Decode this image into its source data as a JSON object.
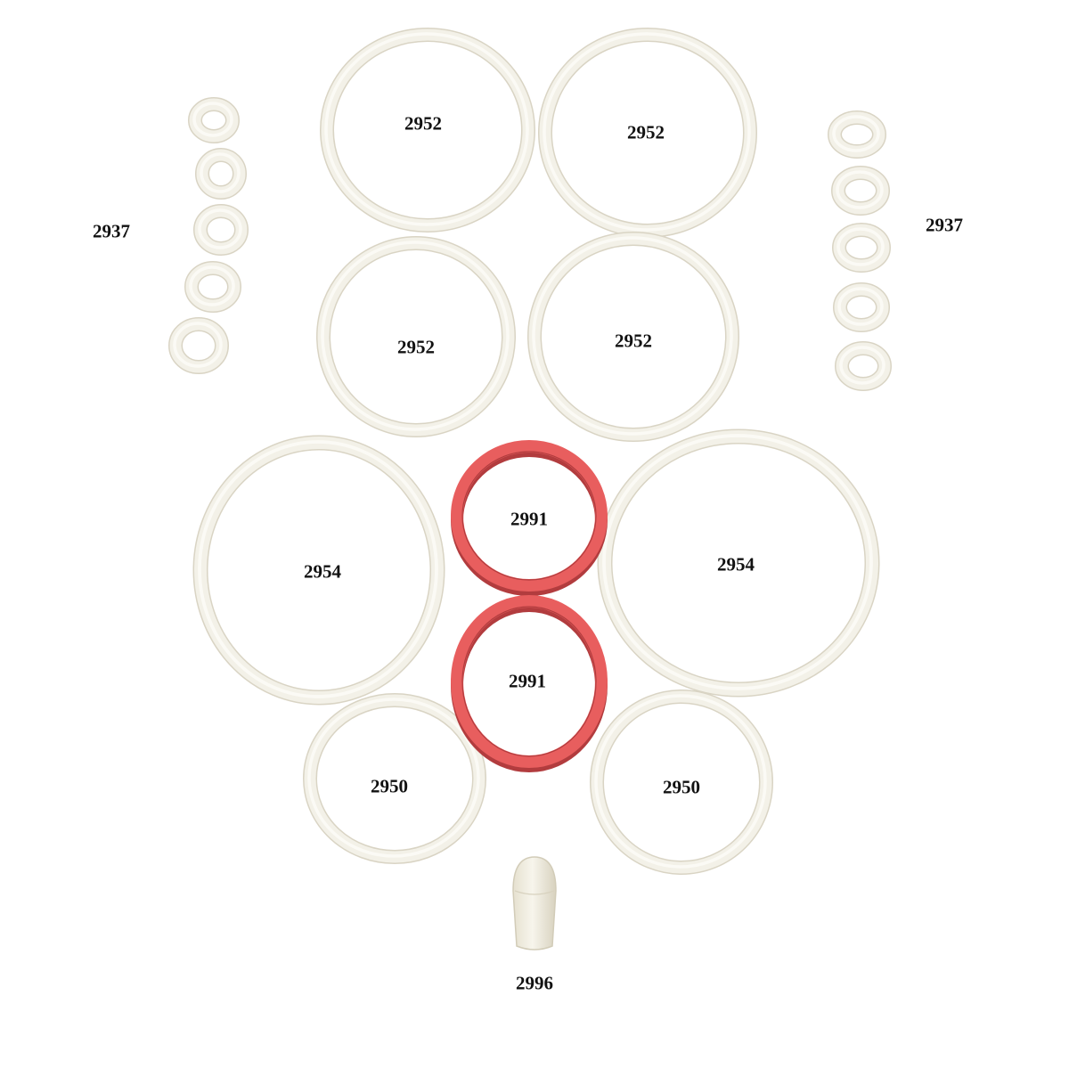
{
  "background": "#ffffff",
  "colors": {
    "ring_white": "#f3f1e8",
    "ring_white_edge": "#d9d4c4",
    "ring_red": "#e85e5e",
    "ring_red_edge": "#b23c3e",
    "label": "#111111"
  },
  "parts": [
    {
      "label": "2937",
      "kind": "small-oring",
      "color": "white"
    },
    {
      "label": "2937",
      "kind": "small-oring",
      "color": "white"
    },
    {
      "label": "2952",
      "kind": "oring",
      "color": "white"
    },
    {
      "label": "2952",
      "kind": "oring",
      "color": "white"
    },
    {
      "label": "2952",
      "kind": "oring",
      "color": "white"
    },
    {
      "label": "2952",
      "kind": "oring",
      "color": "white"
    },
    {
      "label": "2954",
      "kind": "oring",
      "color": "white"
    },
    {
      "label": "2954",
      "kind": "oring",
      "color": "white"
    },
    {
      "label": "2991",
      "kind": "flat-ring",
      "color": "red"
    },
    {
      "label": "2991",
      "kind": "flat-ring",
      "color": "red"
    },
    {
      "label": "2950",
      "kind": "oring",
      "color": "white"
    },
    {
      "label": "2950",
      "kind": "oring",
      "color": "white"
    },
    {
      "label": "2996",
      "kind": "tip-cap",
      "color": "white"
    }
  ]
}
